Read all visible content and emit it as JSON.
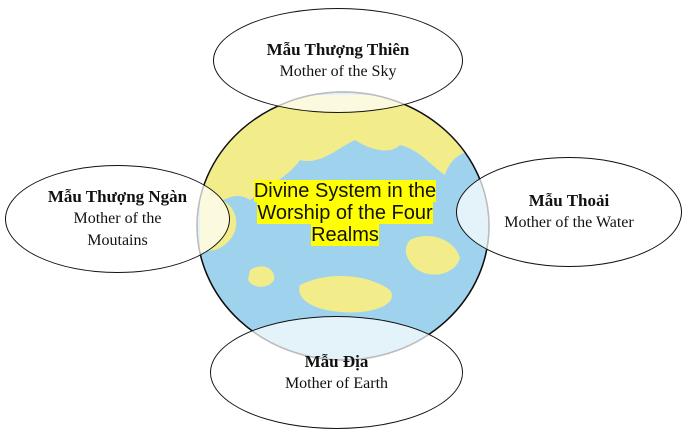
{
  "diagram": {
    "center": {
      "label": "Divine System in the Worship of the Four Realms"
    },
    "nodes": {
      "sky": {
        "title": "Mẫu Thượng Thiên",
        "subtitle": "Mother of the Sky"
      },
      "mountain": {
        "title": "Mẫu Thượng Ngàn",
        "subtitle": "Mother of the Moutains"
      },
      "water": {
        "title": "Mẫu Thoải",
        "subtitle": "Mother of the Water"
      },
      "earth": {
        "title": "Mẫu Địa",
        "subtitle": "Mother of Earth"
      }
    }
  },
  "colors": {
    "ocean": "#9fd2ec",
    "land": "#f2ec8a",
    "highlight": "#ffff00",
    "outline": "#111111"
  }
}
